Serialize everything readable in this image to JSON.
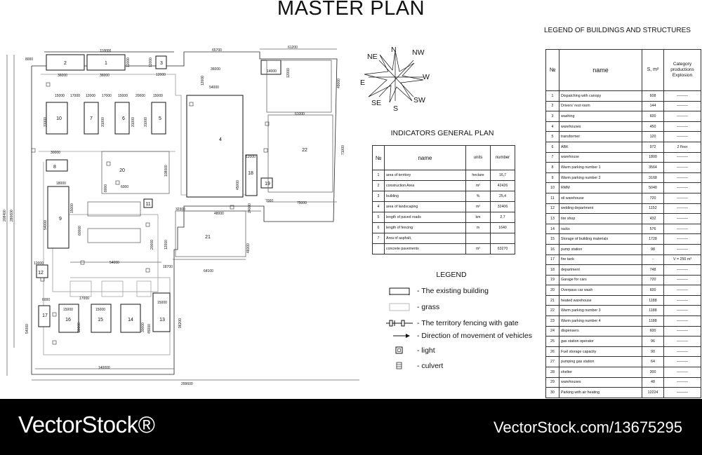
{
  "title": "MASTER PLAN",
  "compass": {
    "n": "N",
    "ne": "NE",
    "nw": "NW",
    "e": "E",
    "w": "W",
    "se": "SE",
    "sw": "SW",
    "s": "S"
  },
  "plan": {
    "buildings": [
      "2",
      "1",
      "3",
      "4",
      "5",
      "6",
      "7",
      "10",
      "8",
      "20",
      "9",
      "11",
      "18",
      "19",
      "21",
      "22",
      "12",
      "17",
      "16",
      "15",
      "14",
      "13"
    ],
    "dims": [
      "118000",
      "65700",
      "61200",
      "8000",
      "36000",
      "36000",
      "12000",
      "12000",
      "36000",
      "54000",
      "14000",
      "15000",
      "17000",
      "12000",
      "17000",
      "15000",
      "20000",
      "15000",
      "31000",
      "31000",
      "31000",
      "31000",
      "30000",
      "15000",
      "18000",
      "54000",
      "8000",
      "6000",
      "32300",
      "48000",
      "24000",
      "7000",
      "75000",
      "61000",
      "12000",
      "108000",
      "45000",
      "54000",
      "20000",
      "12000",
      "18700",
      "64100",
      "6000",
      "17000",
      "15000",
      "15000",
      "30000",
      "30000",
      "45000",
      "15000",
      "96200",
      "54000",
      "140000",
      "299600",
      "208400",
      "280600",
      "12000",
      "49000",
      "22000",
      "71000",
      "46000",
      "60000"
    ]
  },
  "indicators": {
    "title": "INDICATORS GENERAL PLAN",
    "headers": {
      "no": "№",
      "name": "name",
      "units": "units",
      "number": "number"
    },
    "rows": [
      {
        "no": "1",
        "name": "area of territory",
        "units": "hectare",
        "number": "16,7"
      },
      {
        "no": "2",
        "name": "construction Area",
        "units": "m²",
        "number": "42426"
      },
      {
        "no": "3",
        "name": "building",
        "units": "%",
        "number": "25,4"
      },
      {
        "no": "4",
        "name": "area of landscaping",
        "units": "m²",
        "number": "32406"
      },
      {
        "no": "5",
        "name": "length of paved roads",
        "units": "km",
        "number": "2,7"
      },
      {
        "no": "6",
        "name": "length of fencing",
        "units": "m",
        "number": "1640"
      },
      {
        "no": "7",
        "name": "Area of asphalt,",
        "units": "",
        "number": ""
      },
      {
        "no": "",
        "name": "concrete pavements",
        "units": "m²",
        "number": "63270"
      }
    ]
  },
  "legend": {
    "title": "LEGEND",
    "items": [
      {
        "label": "- The existing building"
      },
      {
        "label": "- grass"
      },
      {
        "label": "- The territory fencing with gate"
      },
      {
        "label": "- Direction of movement of vehicles"
      },
      {
        "label": "- light"
      },
      {
        "label": "- culvert"
      }
    ]
  },
  "buildings_legend": {
    "title": "LEGEND OF BUILDINGS AND STRUCTURES",
    "headers": {
      "no": "№",
      "name": "name",
      "area": "S, m²",
      "category": "Category productions Explosion"
    },
    "rows": [
      {
        "no": "1",
        "name": "Dispatching with canopy",
        "area": "608",
        "cat": "———"
      },
      {
        "no": "2",
        "name": "Drivers' rest room",
        "area": "144",
        "cat": "———"
      },
      {
        "no": "3",
        "name": "washing",
        "area": "600",
        "cat": "———"
      },
      {
        "no": "4",
        "name": "warehouses",
        "area": "450",
        "cat": "———"
      },
      {
        "no": "5",
        "name": "transformer",
        "area": "120",
        "cat": "———"
      },
      {
        "no": "6",
        "name": "ABK",
        "area": "972",
        "cat": "2 floor"
      },
      {
        "no": "7",
        "name": "warehouse",
        "area": "1800",
        "cat": "———"
      },
      {
        "no": "8",
        "name": "Warm parking number 1",
        "area": "3564",
        "cat": "———"
      },
      {
        "no": "9",
        "name": "Warm parking number 2",
        "area": "3168",
        "cat": "———"
      },
      {
        "no": "10",
        "name": "RMM",
        "area": "5040",
        "cat": "———"
      },
      {
        "no": "11",
        "name": "oil warehouse",
        "area": "720",
        "cat": "———"
      },
      {
        "no": "12",
        "name": "welding department",
        "area": "1152",
        "cat": "———"
      },
      {
        "no": "13",
        "name": "tire shop",
        "area": "432",
        "cat": "———"
      },
      {
        "no": "14",
        "name": "racks",
        "area": "576",
        "cat": "———"
      },
      {
        "no": "15",
        "name": "Storage of building materials",
        "area": "1728",
        "cat": "———"
      },
      {
        "no": "16",
        "name": "pump station",
        "area": "98",
        "cat": "———"
      },
      {
        "no": "17",
        "name": "fire tank",
        "area": "-",
        "cat": "V = 250 m³"
      },
      {
        "no": "18",
        "name": "department",
        "area": "748",
        "cat": "———"
      },
      {
        "no": "19",
        "name": "Garage for cars",
        "area": "720",
        "cat": "———"
      },
      {
        "no": "20",
        "name": "Overpass car wash",
        "area": "600",
        "cat": "———"
      },
      {
        "no": "21",
        "name": "heated warehouse",
        "area": "1188",
        "cat": "———"
      },
      {
        "no": "22",
        "name": "Warm parking number 3",
        "area": "1188",
        "cat": "———"
      },
      {
        "no": "23",
        "name": "Warm parking number 4",
        "area": "1188",
        "cat": "———"
      },
      {
        "no": "24",
        "name": "dispensers",
        "area": "600",
        "cat": "———"
      },
      {
        "no": "25",
        "name": "gas station operator",
        "area": "96",
        "cat": "———"
      },
      {
        "no": "26",
        "name": "Fuel storage capacity",
        "area": "90",
        "cat": "———"
      },
      {
        "no": "27",
        "name": "pumping gas station",
        "area": "64",
        "cat": "———"
      },
      {
        "no": "28",
        "name": "shelter",
        "area": "300",
        "cat": "———"
      },
      {
        "no": "29",
        "name": "warehouses",
        "area": "48",
        "cat": "———"
      },
      {
        "no": "30",
        "name": "Parking with air heating",
        "area": "12224",
        "cat": "———"
      }
    ]
  },
  "footer": {
    "brand": "VectorStock®",
    "url": "VectorStock.com/13675295"
  }
}
